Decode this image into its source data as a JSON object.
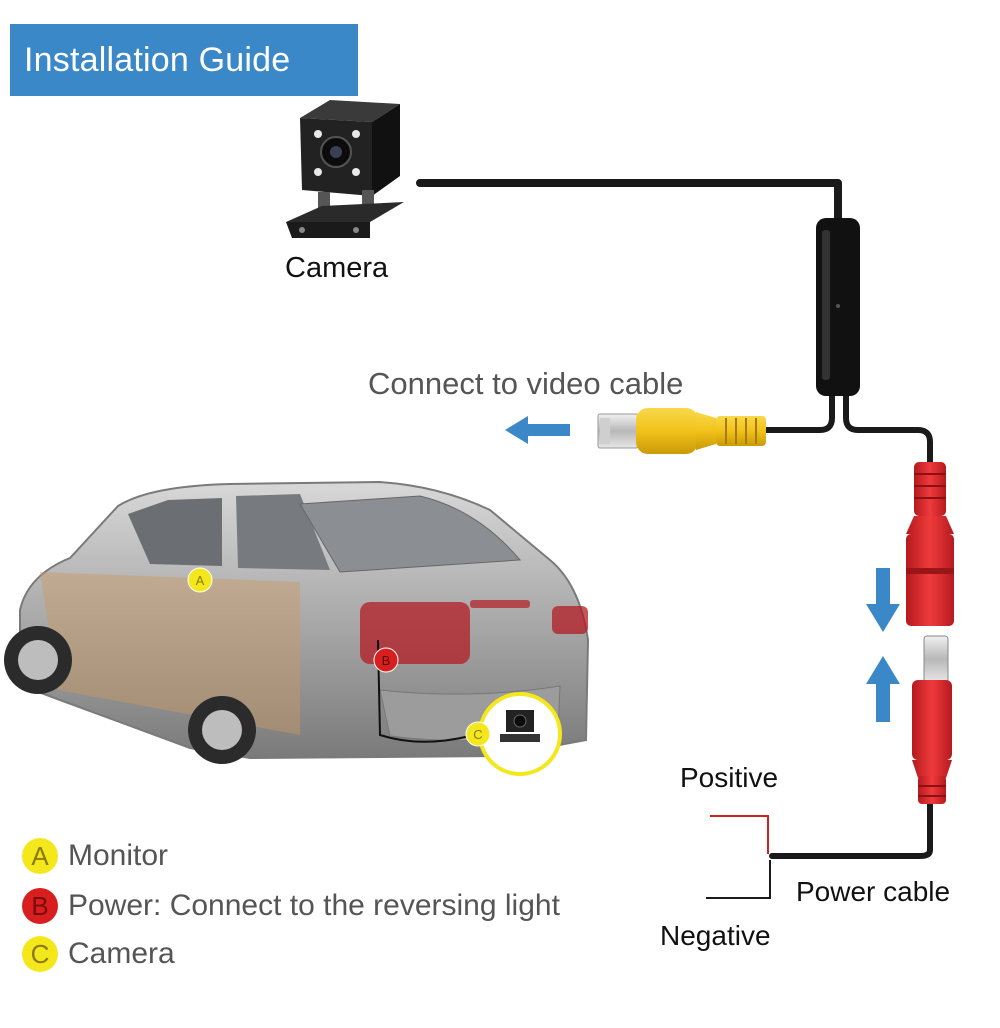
{
  "title": "Installation Guide",
  "labels": {
    "camera": "Camera",
    "video_cable": "Connect  to video cable",
    "positive": "Positive",
    "power_cable": "Power cable",
    "negative": "Negative"
  },
  "car_markers": [
    {
      "letter": "A",
      "color": "#f4e71c"
    },
    {
      "letter": "B",
      "color": "#d81e1e"
    },
    {
      "letter": "C",
      "color": "#f4e71c"
    }
  ],
  "legend": [
    {
      "letter": "A",
      "text": "Monitor",
      "color": "#f4e71c"
    },
    {
      "letter": "B",
      "text": "Power: Connect to the reversing light",
      "color": "#d81e1e"
    },
    {
      "letter": "C",
      "text": "Camera",
      "color": "#f4e71c"
    }
  ],
  "colors": {
    "banner": "#3a88c8",
    "arrow": "#3a88c8",
    "rca_plug": "#f2c21a",
    "dc_connector": "#e0282c",
    "cable": "#1a1a1a",
    "positive_wire": "#d02020"
  }
}
